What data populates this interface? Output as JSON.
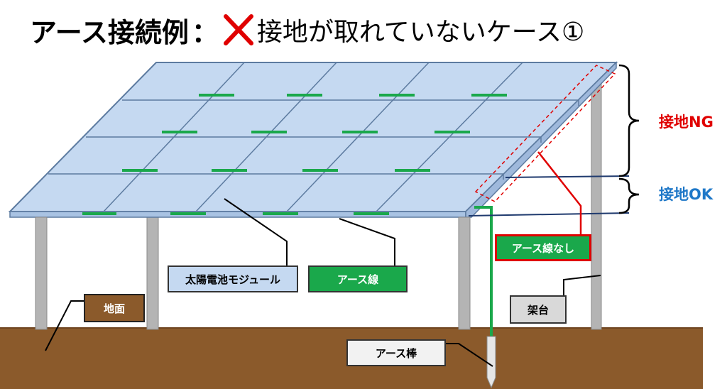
{
  "title": {
    "main": "アース接続例",
    "colon": "：",
    "sub": "接地が取れていないケース①",
    "mark_icon": "red-x-icon"
  },
  "labels": {
    "module": "太陽電池モジュール",
    "earth_wire": "アース線",
    "no_earth_wire": "アース線なし",
    "ground": "地面",
    "frame": "架台",
    "earth_rod": "アース棒",
    "ground_ng": "接地NG",
    "ground_ok": "接地OK"
  },
  "colors": {
    "panel": "#c5d9f1",
    "earth_wire": "#1aa84b",
    "ground": "#8b5a2b",
    "ng": "#e00000",
    "ok": "#1f78c8"
  }
}
